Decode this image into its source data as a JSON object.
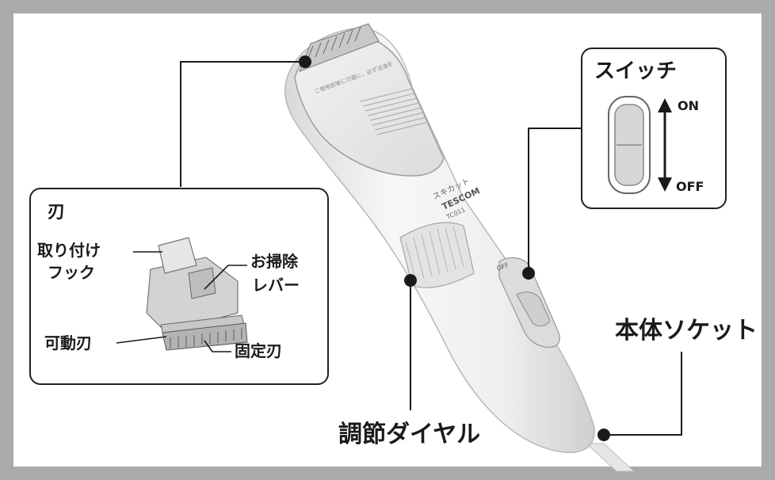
{
  "colors": {
    "frame": "#a9aaab",
    "background": "#ffffff",
    "line": "#1a1a1a",
    "device_body": "#eeeeee"
  },
  "device": {
    "brand": "TESCOM",
    "model": "TC011",
    "product_mark": "スキカット",
    "switch_marking": "OFF",
    "blade_note": "ご使用前後に刃面に、必ず注油を"
  },
  "labels": {
    "blade_box_title": "刃",
    "attach_hook_1": "取り付け",
    "attach_hook_2": "フック",
    "cleaning_lever_1": "お掃除",
    "cleaning_lever_2": "レバー",
    "movable_blade": "可動刃",
    "fixed_blade": "固定刃",
    "switch_title": "スイッチ",
    "switch_on": "ON",
    "switch_off": "OFF",
    "body_socket": "本体ソケット",
    "adjust_dial": "調節ダイヤル"
  }
}
